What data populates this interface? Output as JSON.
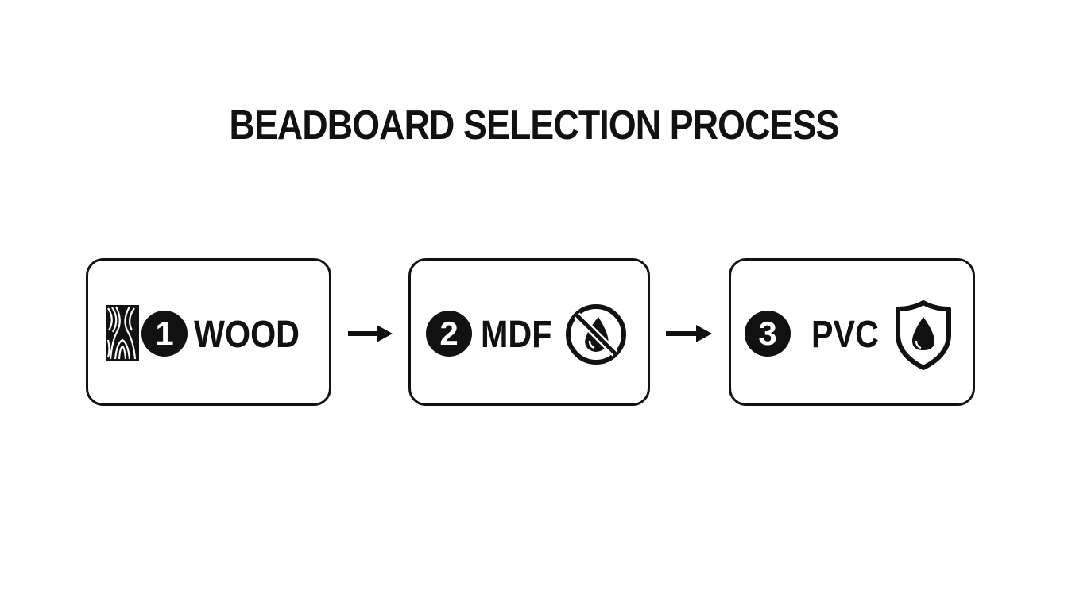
{
  "title": "BEADBOARD SELECTION PROCESS",
  "colors": {
    "ink": "#111111",
    "background": "#ffffff"
  },
  "steps": [
    {
      "number": "1",
      "label": "WOOD",
      "icon": "wood-grain-icon"
    },
    {
      "number": "2",
      "label": "MDF",
      "icon": "no-water-icon"
    },
    {
      "number": "3",
      "label": "PVC",
      "icon": "water-shield-icon"
    }
  ],
  "connectors": [
    {
      "from": "1",
      "to": "2",
      "icon": "arrow-right-icon"
    },
    {
      "from": "2",
      "to": "3",
      "icon": "arrow-right-icon"
    }
  ]
}
